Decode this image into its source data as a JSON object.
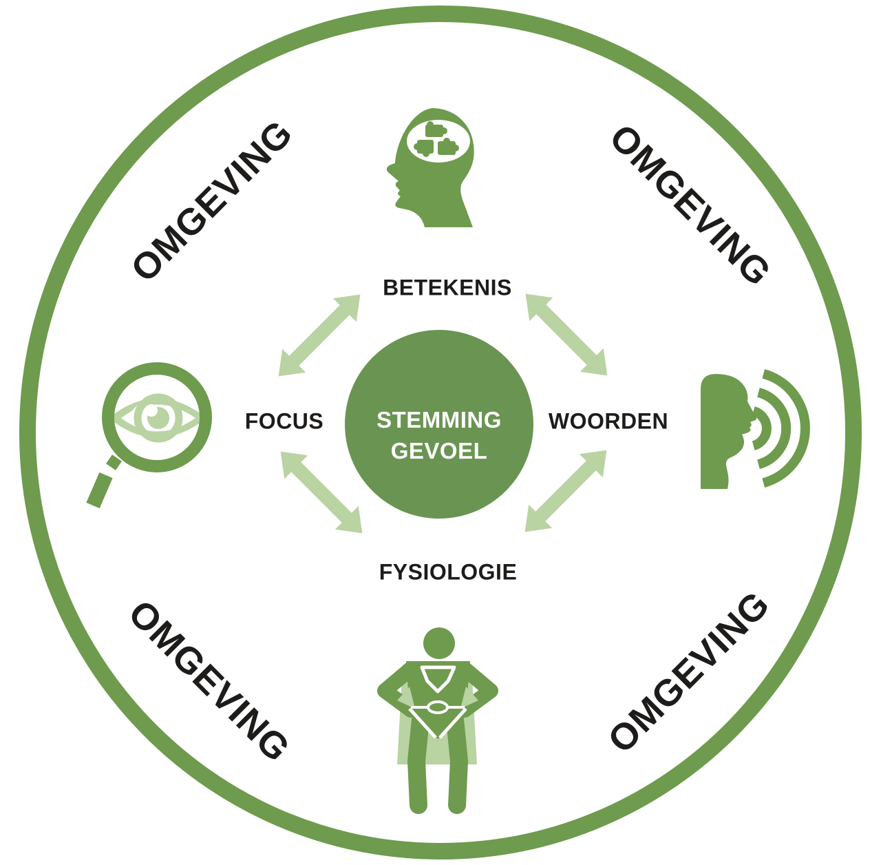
{
  "diagram": {
    "type": "circular-model-diagram",
    "center": {
      "line1": "STEMMING",
      "line2": "GEVOEL"
    },
    "quadrants": {
      "top": {
        "label": "BETEKENIS",
        "icon": "head-puzzle-brain-icon"
      },
      "left": {
        "label": "FOCUS",
        "icon": "magnifier-eye-icon"
      },
      "right": {
        "label": "WOORDEN",
        "icon": "talking-head-sound-waves-icon"
      },
      "bottom": {
        "label": "FYSIOLOGIE",
        "icon": "superhero-icon"
      }
    },
    "outer_labels": {
      "top_left": "OMGEVING",
      "top_right": "OMGEVING",
      "bottom_left": "OMGEVING",
      "bottom_right": "OMGEVING"
    },
    "arrows": {
      "style": "double-headed",
      "count": 4,
      "positions": [
        "top-left",
        "top-right",
        "bottom-left",
        "bottom-right"
      ]
    },
    "colors": {
      "green": "#6E9B4D",
      "center_green": "#6A9452",
      "light_green": "#B9D3A3",
      "text": "#1E1C1A",
      "background": "#FFFFFF"
    }
  }
}
